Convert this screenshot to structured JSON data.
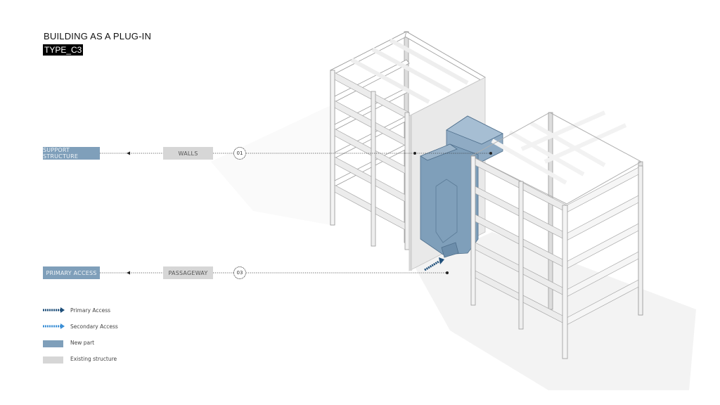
{
  "title": "BUILDING AS A PLUG-IN",
  "subtitle": "TYPE_C3",
  "callouts": [
    {
      "left_label": "SUPPORT STRUCTURE",
      "mid_label": "WALLS",
      "number": "01"
    },
    {
      "left_label": "PRIMARY ACCESS",
      "mid_label": "PASSAGEWAY",
      "number": "03"
    }
  ],
  "legend": [
    {
      "label": "Primary Access",
      "kind": "arrow",
      "color": "#1f4f7a"
    },
    {
      "label": "Secondary Access",
      "kind": "arrow",
      "color": "#3b8fd6"
    },
    {
      "label": "New part",
      "kind": "swatch",
      "color": "#7f9fba"
    },
    {
      "label": "Existing structure",
      "kind": "swatch",
      "color": "#d6d6d6"
    }
  ]
}
